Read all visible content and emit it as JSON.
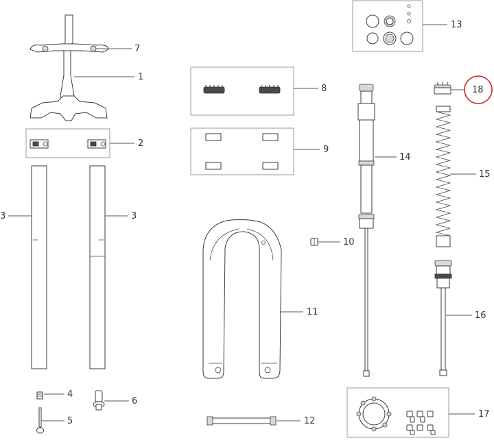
{
  "callouts": {
    "c1": "1",
    "c2": "2",
    "c3a": "3",
    "c3b": "3",
    "c4": "4",
    "c5": "5",
    "c6": "6",
    "c7": "7",
    "c8": "8",
    "c9": "9",
    "c10": "10",
    "c11": "11",
    "c12": "12",
    "c13": "13",
    "c14": "14",
    "c15": "15",
    "c16": "16",
    "c17": "17",
    "c18": "18"
  },
  "highlight": {
    "part": "18",
    "color": "#d0262a"
  }
}
